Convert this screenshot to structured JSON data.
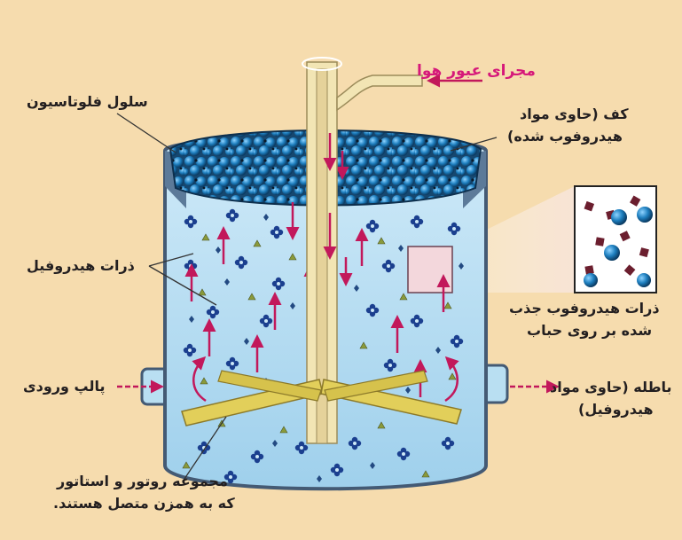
{
  "labels": {
    "air_passage": "مجرای عبور هوا",
    "flotation_cell": "سلول فلوتاسیون",
    "froth_line1": "کف (حاوی مواد",
    "froth_line2": "هیدروفوب شده)",
    "hydrophilic_particles": "ذرات هیدروفیل",
    "absorbed_line1": "ذرات هیدروفوب جذب",
    "absorbed_line2": "شده بر روی حباب",
    "feed_pulp": "پالپ ورودی",
    "tailings_line1": "باطله (حاوی مواد",
    "tailings_line2": "هیدروفیل)",
    "rotor_line1": "مجموعه روتور و استاتور",
    "rotor_line2": "که به همزن متصل هستند."
  },
  "colors": {
    "background": "#f6dcae",
    "tank_fill": "#b9dff2",
    "tank_wall": "#445a74",
    "froth_bubble": "#1e6c9c",
    "arrow": "#c2185b",
    "rotor": "#e2cf5a",
    "title_accent": "#d6197a"
  },
  "icons": [
    "air-inlet-arrow",
    "feed-arrow",
    "tailings-arrow",
    "flow-arrow",
    "rotor-blade",
    "shaft"
  ]
}
